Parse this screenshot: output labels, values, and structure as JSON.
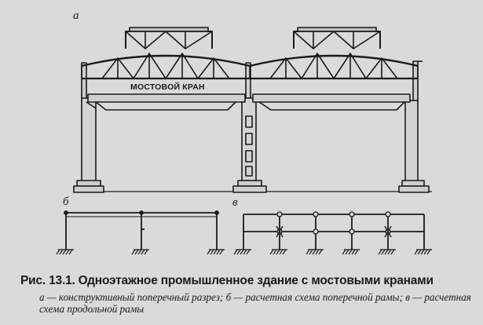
{
  "labels": {
    "a": "а",
    "b": "б",
    "v": "в"
  },
  "crane_label": "МОСТОВОЙ КРАН",
  "caption": {
    "title": "Рис. 13.1. Одноэтажное промышленное здание с мостовыми кранами",
    "description": "а — конструктивный поперечный разрез; б — расчетная схема поперечной рамы; в — расчетная схема продольной рамы"
  },
  "colors": {
    "background": "#dadada",
    "ink": "#1a1a1a"
  }
}
